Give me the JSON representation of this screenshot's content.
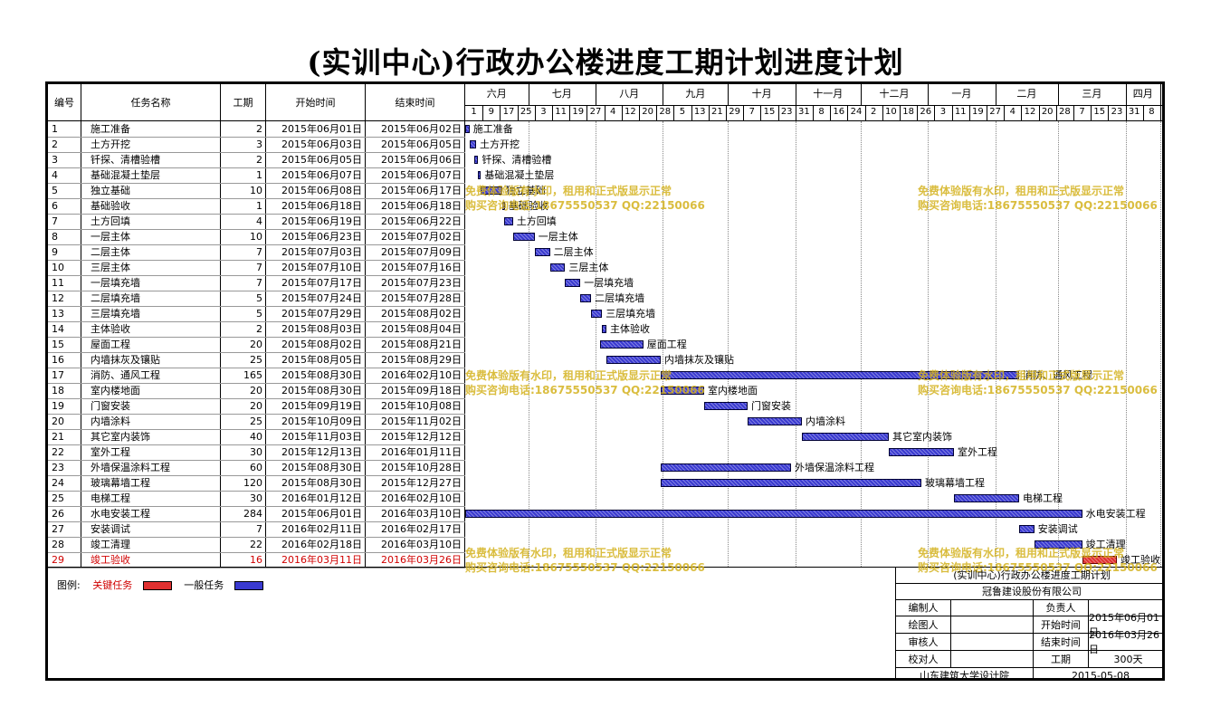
{
  "title": "(实训中心)行政办公楼进度工期计划进度计划",
  "columns": {
    "no": "编号",
    "name": "任务名称",
    "duration": "工期",
    "start": "开始时间",
    "end": "结束时间"
  },
  "months": [
    {
      "label": "六月",
      "start": 0,
      "end": 29
    },
    {
      "label": "七月",
      "start": 29,
      "end": 60
    },
    {
      "label": "八月",
      "start": 60,
      "end": 91
    },
    {
      "label": "九月",
      "start": 91,
      "end": 121
    },
    {
      "label": "十月",
      "start": 121,
      "end": 152
    },
    {
      "label": "十一月",
      "start": 152,
      "end": 182
    },
    {
      "label": "十二月",
      "start": 182,
      "end": 213
    },
    {
      "label": "一月",
      "start": 213,
      "end": 244
    },
    {
      "label": "二月",
      "start": 244,
      "end": 273
    },
    {
      "label": "三月",
      "start": 273,
      "end": 304
    },
    {
      "label": "四月",
      "start": 304,
      "end": 320
    }
  ],
  "day_ticks": [
    "1",
    "9",
    "17",
    "25",
    "3",
    "11",
    "19",
    "27",
    "4",
    "12",
    "20",
    "28",
    "5",
    "13",
    "21",
    "29",
    "7",
    "15",
    "23",
    "31",
    "8",
    "16",
    "24",
    "2",
    "10",
    "18",
    "26",
    "3",
    "11",
    "19",
    "27",
    "4",
    "12",
    "20",
    "28",
    "7",
    "15",
    "23",
    "31",
    "8"
  ],
  "tasks": [
    {
      "no": "1",
      "name": "施工准备",
      "duration": "2",
      "start": "2015年06月01日",
      "end": "2015年06月02日",
      "s": 0,
      "d": 2,
      "crit": false
    },
    {
      "no": "2",
      "name": "土方开挖",
      "duration": "3",
      "start": "2015年06月03日",
      "end": "2015年06月05日",
      "s": 2,
      "d": 3,
      "crit": false
    },
    {
      "no": "3",
      "name": "钎探、清槽验槽",
      "duration": "2",
      "start": "2015年06月05日",
      "end": "2015年06月06日",
      "s": 4,
      "d": 2,
      "crit": false
    },
    {
      "no": "4",
      "name": "基础混凝土垫层",
      "duration": "1",
      "start": "2015年06月07日",
      "end": "2015年06月07日",
      "s": 6,
      "d": 1,
      "crit": false
    },
    {
      "no": "5",
      "name": "独立基础",
      "duration": "10",
      "start": "2015年06月08日",
      "end": "2015年06月17日",
      "s": 7,
      "d": 10,
      "crit": false
    },
    {
      "no": "6",
      "name": "基础验收",
      "duration": "1",
      "start": "2015年06月18日",
      "end": "2015年06月18日",
      "s": 17,
      "d": 1,
      "crit": false
    },
    {
      "no": "7",
      "name": "土方回填",
      "duration": "4",
      "start": "2015年06月19日",
      "end": "2015年06月22日",
      "s": 18,
      "d": 4,
      "crit": false
    },
    {
      "no": "8",
      "name": "一层主体",
      "duration": "10",
      "start": "2015年06月23日",
      "end": "2015年07月02日",
      "s": 22,
      "d": 10,
      "crit": false
    },
    {
      "no": "9",
      "name": "二层主体",
      "duration": "7",
      "start": "2015年07月03日",
      "end": "2015年07月09日",
      "s": 32,
      "d": 7,
      "crit": false
    },
    {
      "no": "10",
      "name": "三层主体",
      "duration": "7",
      "start": "2015年07月10日",
      "end": "2015年07月16日",
      "s": 39,
      "d": 7,
      "crit": false
    },
    {
      "no": "11",
      "name": "一层填充墙",
      "duration": "7",
      "start": "2015年07月17日",
      "end": "2015年07月23日",
      "s": 46,
      "d": 7,
      "crit": false
    },
    {
      "no": "12",
      "name": "二层填充墙",
      "duration": "5",
      "start": "2015年07月24日",
      "end": "2015年07月28日",
      "s": 53,
      "d": 5,
      "crit": false
    },
    {
      "no": "13",
      "name": "三层填充墙",
      "duration": "5",
      "start": "2015年07月29日",
      "end": "2015年08月02日",
      "s": 58,
      "d": 5,
      "crit": false
    },
    {
      "no": "14",
      "name": "主体验收",
      "duration": "2",
      "start": "2015年08月03日",
      "end": "2015年08月04日",
      "s": 63,
      "d": 2,
      "crit": false
    },
    {
      "no": "15",
      "name": "屋面工程",
      "duration": "20",
      "start": "2015年08月02日",
      "end": "2015年08月21日",
      "s": 62,
      "d": 20,
      "crit": false
    },
    {
      "no": "16",
      "name": "内墙抹灰及镶贴",
      "duration": "25",
      "start": "2015年08月05日",
      "end": "2015年08月29日",
      "s": 65,
      "d": 25,
      "crit": false
    },
    {
      "no": "17",
      "name": "消防、通风工程",
      "duration": "165",
      "start": "2015年08月30日",
      "end": "2016年02月10日",
      "s": 90,
      "d": 165,
      "crit": false
    },
    {
      "no": "18",
      "name": "室内楼地面",
      "duration": "20",
      "start": "2015年08月30日",
      "end": "2015年09月18日",
      "s": 90,
      "d": 20,
      "crit": false
    },
    {
      "no": "19",
      "name": "门窗安装",
      "duration": "20",
      "start": "2015年09月19日",
      "end": "2015年10月08日",
      "s": 110,
      "d": 20,
      "crit": false
    },
    {
      "no": "20",
      "name": "内墙涂料",
      "duration": "25",
      "start": "2015年10月09日",
      "end": "2015年11月02日",
      "s": 130,
      "d": 25,
      "crit": false
    },
    {
      "no": "21",
      "name": "其它室内装饰",
      "duration": "40",
      "start": "2015年11月03日",
      "end": "2015年12月12日",
      "s": 155,
      "d": 40,
      "crit": false
    },
    {
      "no": "22",
      "name": "室外工程",
      "duration": "30",
      "start": "2015年12月13日",
      "end": "2016年01月11日",
      "s": 195,
      "d": 30,
      "crit": false
    },
    {
      "no": "23",
      "name": "外墙保温涂料工程",
      "duration": "60",
      "start": "2015年08月30日",
      "end": "2015年10月28日",
      "s": 90,
      "d": 60,
      "crit": false
    },
    {
      "no": "24",
      "name": "玻璃幕墙工程",
      "duration": "120",
      "start": "2015年08月30日",
      "end": "2015年12月27日",
      "s": 90,
      "d": 120,
      "crit": false
    },
    {
      "no": "25",
      "name": "电梯工程",
      "duration": "30",
      "start": "2016年01月12日",
      "end": "2016年02月10日",
      "s": 225,
      "d": 30,
      "crit": false
    },
    {
      "no": "26",
      "name": "水电安装工程",
      "duration": "284",
      "start": "2015年06月01日",
      "end": "2016年03月10日",
      "s": 0,
      "d": 284,
      "crit": false
    },
    {
      "no": "27",
      "name": "安装调试",
      "duration": "7",
      "start": "2016年02月11日",
      "end": "2016年02月17日",
      "s": 255,
      "d": 7,
      "crit": false
    },
    {
      "no": "28",
      "name": "竣工清理",
      "duration": "22",
      "start": "2016年02月18日",
      "end": "2016年03月10日",
      "s": 262,
      "d": 22,
      "crit": false
    },
    {
      "no": "29",
      "name": "竣工验收",
      "duration": "16",
      "start": "2016年03月11日",
      "end": "2016年03月26日",
      "s": 284,
      "d": 16,
      "crit": true
    }
  ],
  "legend": {
    "label": "图例:",
    "critical": "关键任务",
    "normal": "一般任务"
  },
  "watermark": {
    "line1": "免费体验版有水印，租用和正式版显示正常",
    "line2": "购买咨询电话:18675550537 QQ:22150066"
  },
  "title_block": {
    "project": "(实训中心)行政办公楼进度工期计划",
    "company": "冠鲁建设股份有限公司",
    "editor_label": "编制人",
    "owner_label": "负责人",
    "drawer_label": "绘图人",
    "start_label": "开始时间",
    "start_value": "2015年06月01日",
    "reviewer_label": "审核人",
    "end_label": "结束时间",
    "end_value": "2016年03月26日",
    "checker_label": "校对人",
    "period_label": "工期",
    "period_value": "300天",
    "institute": "山东建筑大学设计院",
    "date": "2015-05-08"
  },
  "colors": {
    "bar": "#3a3ad0",
    "critical": "#e03030",
    "watermark": "#d4b21e",
    "critical_text": "#d00000"
  }
}
